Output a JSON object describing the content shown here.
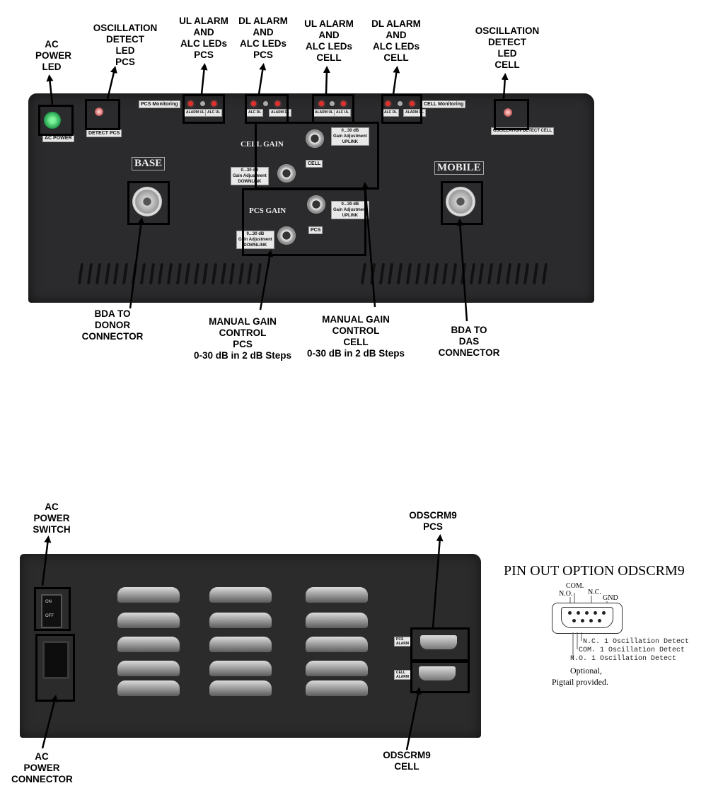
{
  "front_callouts": {
    "ac_power_led": [
      "AC",
      "POWER",
      "LED"
    ],
    "osc_detect_pcs": [
      "OSCILLATION",
      "DETECT",
      "LED",
      "PCS"
    ],
    "ul_alarm_pcs": [
      "UL ALARM",
      "AND",
      "ALC LEDs",
      "PCS"
    ],
    "dl_alarm_pcs": [
      "DL ALARM",
      "AND",
      "ALC LEDs",
      "PCS"
    ],
    "ul_alarm_cell": [
      "UL ALARM",
      "AND",
      "ALC LEDs",
      "CELL"
    ],
    "dl_alarm_cell": [
      "DL ALARM",
      "AND",
      "ALC LEDs",
      "CELL"
    ],
    "osc_detect_cell": [
      "OSCILLATION",
      "DETECT",
      "LED",
      "CELL"
    ],
    "bda_donor": [
      "BDA TO",
      "DONOR",
      "CONNECTOR"
    ],
    "manual_gain_pcs": [
      "MANUAL GAIN",
      "CONTROL",
      "PCS",
      "0-30 dB in 2 dB Steps"
    ],
    "manual_gain_cell": [
      "MANUAL GAIN",
      "CONTROL",
      "CELL",
      "0-30 dB in 2 dB Steps"
    ],
    "bda_das": [
      "BDA TO",
      "DAS",
      "CONNECTOR"
    ]
  },
  "front_panel": {
    "ac_power": "AC POWER",
    "detect_pcs": "DETECT PCS",
    "pcs_monitoring": "PCS Monitoring",
    "cell_monitoring": "CELL Monitoring",
    "osc_detect_cell": "OSCILLATION DETECT CELL",
    "alarm_ul": "ALARM UL",
    "alc_ul": "ALC UL",
    "alc_dl": "ALC DL",
    "alarm_dl": "ALARM DL",
    "base": "BASE",
    "mobile": "MOBILE",
    "cell_gain": "CELL GAIN",
    "pcs_gain": "PCS GAIN",
    "cell": "CELL",
    "pcs": "PCS",
    "gain_range": "0...30 dB",
    "gain_adj": "Gain Adjustment",
    "uplink": "UPLINK",
    "downlink": "DOWNLINK"
  },
  "back_callouts": {
    "ac_power_switch": [
      "AC",
      "POWER",
      "SWITCH"
    ],
    "odscrm9_pcs": [
      "ODSCRM9",
      "PCS"
    ],
    "odscrm9_cell": [
      "ODSCRM9",
      "CELL"
    ],
    "ac_power_connector": [
      "AC",
      "POWER",
      "CONNECTOR"
    ]
  },
  "back_panel": {
    "switch_on": "ON",
    "switch_off": "OFF",
    "pcs_alarm": "PCS ALARM",
    "cell_alarm": "CELL ALARM"
  },
  "pinout": {
    "title": "PIN OUT OPTION ODSCRM9",
    "com": "COM.",
    "no": "N.O.",
    "nc": "N.C.",
    "gnd": "GND",
    "row1": "N.C. 1 Oscillation Detect",
    "row2": "COM. 1 Oscillation Detect",
    "row3": "N.O. 1 Oscillation Detect",
    "note1": "Optional,",
    "note2": "Pigtail provided."
  }
}
